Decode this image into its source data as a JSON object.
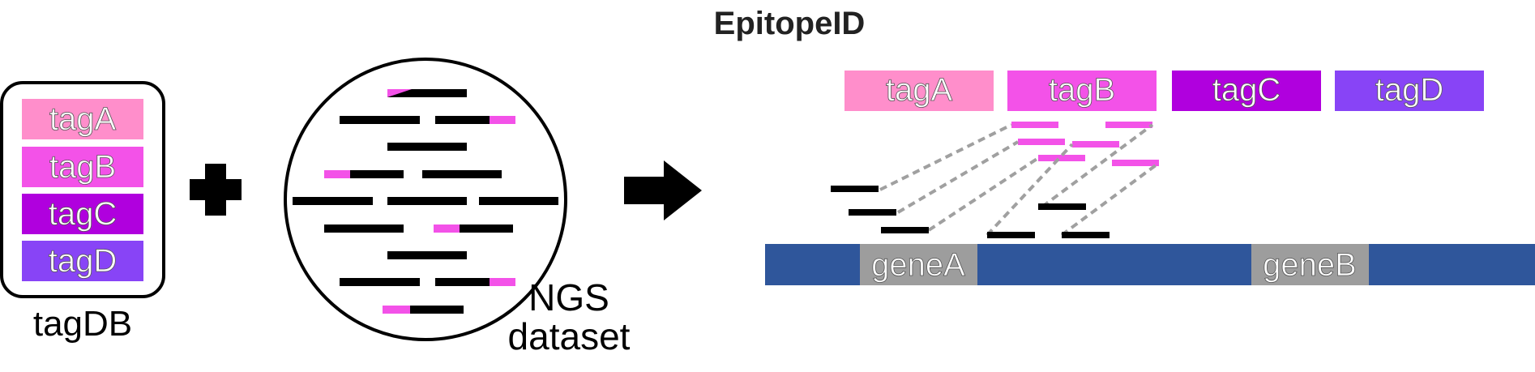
{
  "title": "EpitopeID",
  "tagdb": {
    "label": "tagDB",
    "tags": [
      {
        "name": "tagA",
        "color": "#FF8ECB"
      },
      {
        "name": "tagB",
        "color": "#F352E8"
      },
      {
        "name": "tagC",
        "color": "#B000DE"
      },
      {
        "name": "tagD",
        "color": "#8844F6"
      }
    ]
  },
  "plus_symbol": "+",
  "ngs": {
    "label_line1": "NGS",
    "label_line2": "dataset"
  },
  "result": {
    "tags": [
      {
        "name": "tagA",
        "color": "#FF8ECB"
      },
      {
        "name": "tagB",
        "color": "#F352E8"
      },
      {
        "name": "tagC",
        "color": "#B000DE"
      },
      {
        "name": "tagD",
        "color": "#8844F6"
      }
    ],
    "genes": [
      "geneA",
      "geneB"
    ],
    "chromosome_color": "#2F569B",
    "gene_color": "#9D9D9D"
  },
  "colors": {
    "read": "#000000",
    "tag_read": "#F352E8",
    "link": "#A0A0A0"
  }
}
